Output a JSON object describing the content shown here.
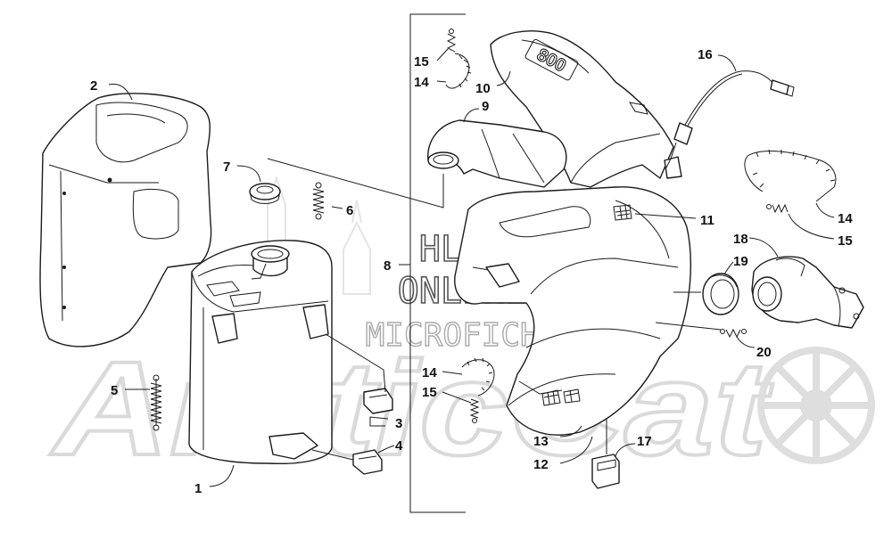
{
  "watermark": {
    "logo_text": "ArcticCat",
    "line1": "HLSM",
    "line2": "ONLINE",
    "line3": "MICROFICHE",
    "color": "#c8c8c8"
  },
  "muffler_cover_emboss": "800",
  "callouts": {
    "c1": "1",
    "c2": "2",
    "c3": "3",
    "c4": "4",
    "c5": "5",
    "c6": "6",
    "c7": "7",
    "c8": "8",
    "c9": "9",
    "c10": "10",
    "c11": "11",
    "c12": "12",
    "c13": "13",
    "c14a": "14",
    "c14b": "14",
    "c14c": "14",
    "c15a": "15",
    "c15b": "15",
    "c15c": "15",
    "c16": "16",
    "c17": "17",
    "c18": "18",
    "c19": "19",
    "c20": "20"
  }
}
